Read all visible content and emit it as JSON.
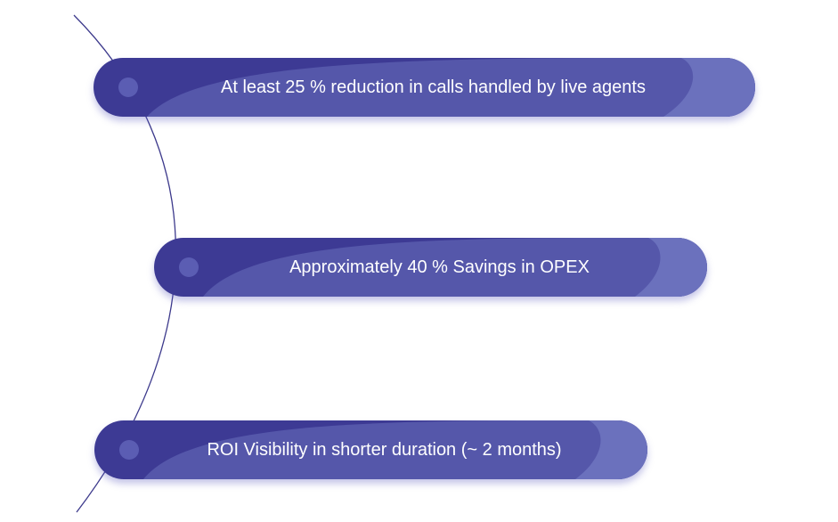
{
  "items": [
    {
      "label": "At least 25 % reduction in calls handled by live agents"
    },
    {
      "label": "Approximately 40 % Savings in OPEX"
    },
    {
      "label": "ROI Visibility in shorter duration (~ 2 months)"
    }
  ],
  "colors": {
    "pill_dark": "#3d3a94",
    "pill_mid": "#5557aa",
    "pill_light": "#6b71bd",
    "arc_line": "#3d3a8c",
    "dot": "#6064b8"
  }
}
